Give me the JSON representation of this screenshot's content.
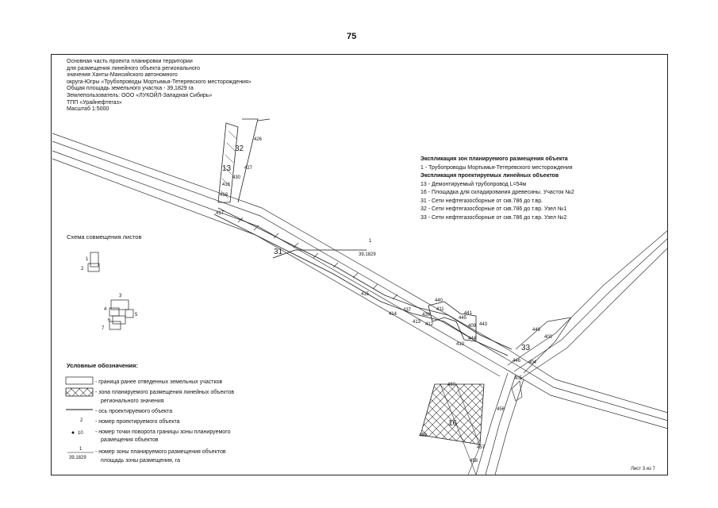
{
  "page_number": "75",
  "header": {
    "lines": [
      "Основная часть проекта планировки территории",
      "для размещения линейного объекта регионального",
      "значения Ханты-Мансийского автономного",
      "округа-Югры «Трубопроводы Мортымья-Тетеревского месторождения»",
      "Общая площадь земельного  участка - 39,1829 га",
      "Землепользователь: ООО «ЛУКОЙЛ-Западная Сибирь»",
      "ТПП «Урайнефтегаз»",
      "Масштаб 1:5000"
    ]
  },
  "explication": {
    "zones_title": "Экспликация зон планируемого размещения объекта",
    "zones": [
      "1 - Трубопроводы Мортымья-Тетеревского месторождения"
    ],
    "objects_title": "Экспликация проектируемых линейных объектов",
    "objects": [
      "13 - Демонтируемый трубопровод L=54м",
      "16 - Площадка для складирования древесины. Участок №2",
      "31 - Сети нефтегазосборные от скв.786 до т.вр.",
      "32 - Сети нефтегазосборные от скв.786 до т.вр. Узел №1",
      "33 - Сети нефтегазосборные от скв.786 до т.вр. Узел №2"
    ]
  },
  "scheme": {
    "title": "Схема совмещения листов",
    "sheet_numbers": [
      "1",
      "2",
      "3",
      "4",
      "5",
      "6",
      "7"
    ]
  },
  "map_labels": {
    "zone_number": "1",
    "zone_area": "39,1829",
    "object_numbers": [
      "13",
      "16",
      "31",
      "32",
      "33"
    ],
    "points": [
      "426",
      "427",
      "430",
      "416",
      "418",
      "417",
      "415",
      "437",
      "439",
      "412",
      "440",
      "441",
      "443",
      "409",
      "411",
      "444",
      "446",
      "448",
      "403",
      "404",
      "405",
      "456",
      "460",
      "459",
      "457",
      "458",
      "410",
      "413",
      "414",
      "445"
    ]
  },
  "legend": {
    "title": "Условные обозначения:",
    "items": [
      "- граница ранее отведенных земельных участков",
      "- зона планируемого размещения линейных объектов",
      "регионального значения",
      "- ось проектируемого объекта",
      "- номер проектируемого объекта",
      "- номер точки поворота границы зоны планируемого",
      "размещения объектов",
      "- номер зоны планируемого размещения объектов",
      "площадь зоны размещения, га"
    ],
    "sample_number": "2",
    "sample_point": "10",
    "sample_zone_number": "1",
    "sample_zone_area": "39,1829"
  },
  "footer": {
    "sheet": "Лист 3 из 7"
  }
}
